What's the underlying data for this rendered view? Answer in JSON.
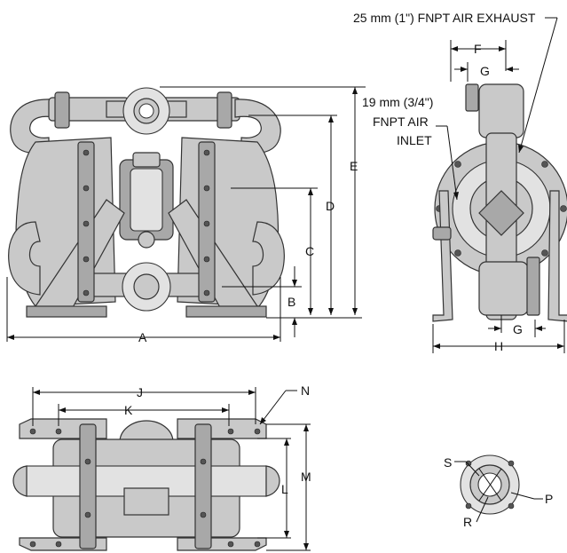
{
  "labels": {
    "exhaust": "25 mm (1\") FNPT AIR EXHAUST",
    "inlet_line1": "19 mm (3/4\")",
    "inlet_line2": "FNPT AIR",
    "inlet_line3": "INLET",
    "dim_a": "A",
    "dim_b": "B",
    "dim_c": "C",
    "dim_d": "D",
    "dim_e": "E",
    "dim_f": "F",
    "dim_g_top": "G",
    "dim_g_bottom": "G",
    "dim_h": "H",
    "dim_j": "J",
    "dim_k": "K",
    "dim_l": "L",
    "dim_m": "M",
    "dim_n": "N",
    "dim_p": "P",
    "dim_r": "R",
    "dim_s": "S"
  }
}
